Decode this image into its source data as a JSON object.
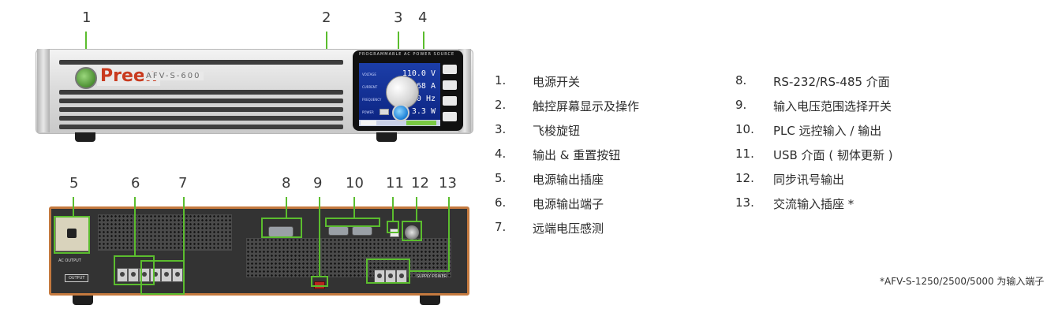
{
  "callouts": [
    "1",
    "2",
    "3",
    "4",
    "5",
    "6",
    "7",
    "8",
    "9",
    "10",
    "11",
    "12",
    "13"
  ],
  "front_panel": {
    "brand": "Preen",
    "model": "AFV-S-600",
    "panel_header": "PROGRAMMABLE AC POWER SOURCE",
    "screen_rows": [
      {
        "label": "VOLTAGE",
        "value": "110.0 V"
      },
      {
        "label": "CURRENT",
        "value": "0.068 A"
      },
      {
        "label": "FREQUENCY",
        "value": "50.0 Hz"
      },
      {
        "label": "POWER",
        "value": "3.3 W"
      }
    ]
  },
  "rear_panel": {
    "ac_output_label": "AC OUTPUT",
    "output_label": "OUTPUT",
    "supply_label": "SUPPLY POWER"
  },
  "legend_left": [
    {
      "num": "1.",
      "text": "电源开关"
    },
    {
      "num": "2.",
      "text": "触控屏幕显示及操作"
    },
    {
      "num": "3.",
      "text": "飞梭旋钮"
    },
    {
      "num": "4.",
      "text": "输出 & 重置按钮"
    },
    {
      "num": "5.",
      "text": "电源输出插座"
    },
    {
      "num": "6.",
      "text": "电源输出端子"
    },
    {
      "num": "7.",
      "text": "远端电压感测"
    }
  ],
  "legend_right": [
    {
      "num": "8.",
      "text": "RS-232/RS-485 介面"
    },
    {
      "num": "9.",
      "text": "输入电压范围选择开关"
    },
    {
      "num": "10.",
      "text": "PLC 远控输入 / 输出"
    },
    {
      "num": "11.",
      "text": "USB 介面 ( 韧体更新 )"
    },
    {
      "num": "12.",
      "text": "同步讯号输出"
    },
    {
      "num": "13.",
      "text": "交流输入插座 *"
    }
  ],
  "footnote": "*AFV-S-1250/2500/5000 为输入端子",
  "colors": {
    "callout_line": "#5bbd2e",
    "brand": "#c93a1e",
    "screen": "#0c2a87"
  }
}
